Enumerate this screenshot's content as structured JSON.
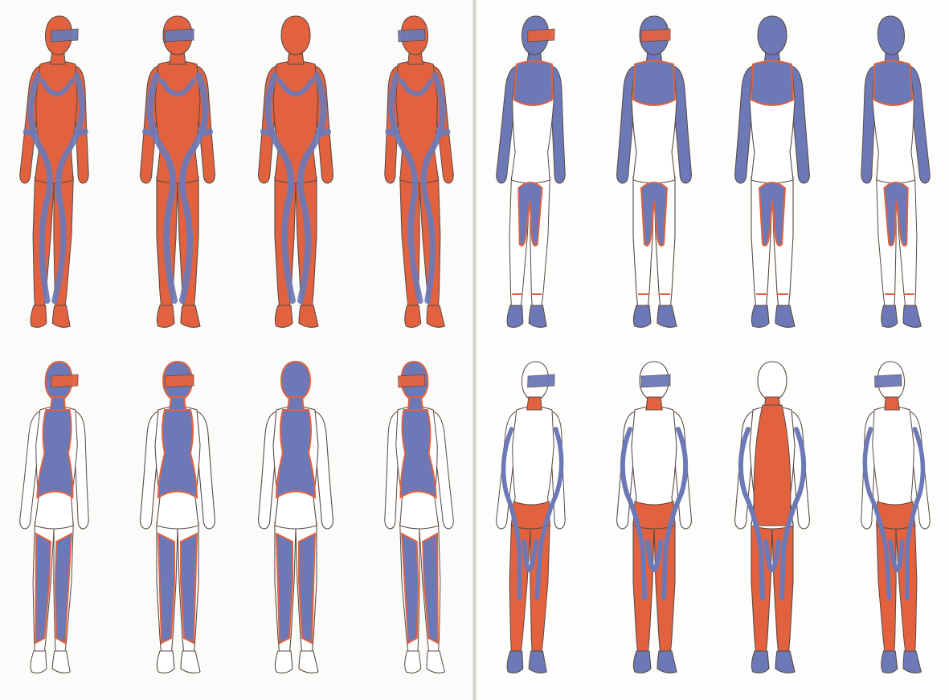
{
  "colors": {
    "orange": "#e2623f",
    "blue": "#6c79b6",
    "blue_dark": "#5a67a6",
    "outline": "#5b4a44",
    "skin_white": "#ffffff",
    "paper": "#fbfbf9"
  },
  "spread": {
    "left_page": {
      "rows": [
        {
          "theme": "orange bodysuit with blue spiral stripes and blue visor",
          "figures": [
            {
              "view": "three-quarter-left",
              "pattern": "full-orange-spiral",
              "visor": "blue"
            },
            {
              "view": "front",
              "pattern": "full-orange-spiral",
              "visor": "blue"
            },
            {
              "view": "back",
              "pattern": "full-orange-spiral",
              "visor": "none"
            },
            {
              "view": "three-quarter-right",
              "pattern": "full-orange-spiral",
              "visor": "blue"
            }
          ]
        },
        {
          "theme": "blue hood, harness and leggings with orange trim on white figure",
          "figures": [
            {
              "view": "three-quarter-left",
              "pattern": "blue-harness-leggings",
              "visor": "orange"
            },
            {
              "view": "front",
              "pattern": "blue-harness-leggings",
              "visor": "orange"
            },
            {
              "view": "back",
              "pattern": "blue-harness-leggings",
              "visor": "none"
            },
            {
              "view": "three-quarter-right",
              "pattern": "blue-harness-leggings",
              "visor": "orange"
            }
          ]
        }
      ]
    },
    "right_page": {
      "rows": [
        {
          "theme": "blue hood, arms, upper body, inner legs and boots with orange trim",
          "figures": [
            {
              "view": "three-quarter-left",
              "pattern": "blue-hood-arms-boots",
              "visor": "orange"
            },
            {
              "view": "front",
              "pattern": "blue-hood-arms-boots",
              "visor": "orange"
            },
            {
              "view": "back",
              "pattern": "blue-hood-arms-boots",
              "visor": "none"
            },
            {
              "view": "three-quarter-right",
              "pattern": "blue-hood-arms-boots",
              "visor": "none"
            }
          ]
        },
        {
          "theme": "orange neck and leggings with blue loops, blue visor and boots",
          "figures": [
            {
              "view": "three-quarter-left",
              "pattern": "orange-leggings-blue-loops",
              "visor": "blue"
            },
            {
              "view": "front",
              "pattern": "orange-leggings-blue-loops",
              "visor": "blue"
            },
            {
              "view": "back",
              "pattern": "orange-leggings-blue-loops",
              "visor": "none"
            },
            {
              "view": "three-quarter-right",
              "pattern": "orange-leggings-blue-loops",
              "visor": "blue"
            }
          ]
        }
      ]
    }
  }
}
